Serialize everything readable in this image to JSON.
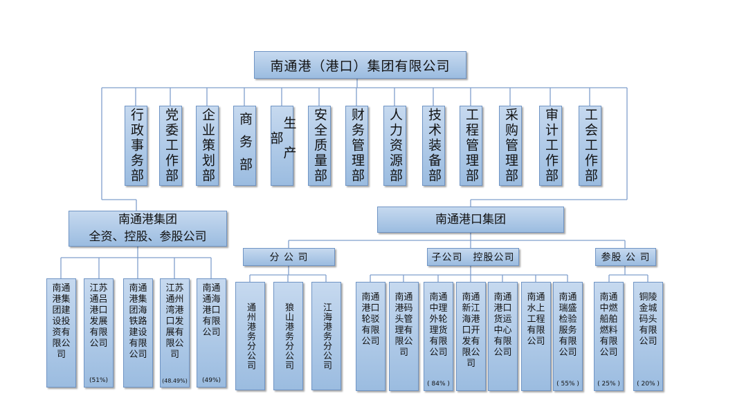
{
  "root": "南通港（港口）集团有限公司",
  "departments": [
    "行政事务部",
    "党委工作部",
    "企业策划部",
    "商务部",
    "生产部",
    "安全质量部",
    "财务管理部",
    "人力资源部",
    "技术装备部",
    "工程管理部",
    "采购管理部",
    "审计工作部",
    "工会工作部"
  ],
  "left_group": {
    "title_line1": "南通港集团",
    "title_line2": "全资、控股、参股公司",
    "companies": [
      {
        "name": "南通港集团建设投资有限公司",
        "pct": ""
      },
      {
        "name": "江苏通吕港口发展有限公司",
        "pct": "(51%)"
      },
      {
        "name": "南通港集团海铁路建设有限公司",
        "pct": ""
      },
      {
        "name": "江苏通州湾港口发展有限公司",
        "pct": "(48.49%)"
      },
      {
        "name": "南通通海港口有限公司",
        "pct": "(49%)"
      }
    ]
  },
  "right_group": {
    "title": "南通港口集团",
    "branch": {
      "label": "分 公 司",
      "companies": [
        "通州港务分公司",
        "狼山港务分公司",
        "江海港务分公司"
      ]
    },
    "subsidiary": {
      "label": "子公司　控股公司",
      "companies": [
        {
          "name": "南通港口轮驳有限公司",
          "pct": ""
        },
        {
          "name": "南通港码头管理有限公司",
          "pct": ""
        },
        {
          "name": "南通中理外轮理货有限公司",
          "pct": "( 84% )"
        },
        {
          "name": "南通新江海港口开发有限公司",
          "pct": ""
        },
        {
          "name": "南通港口货运中心有限公司",
          "pct": ""
        },
        {
          "name": "南通水上工程有限公司",
          "pct": ""
        },
        {
          "name": "南通瑞盛检验服务有限公司",
          "pct": "( 55% )"
        }
      ]
    },
    "equity": {
      "label": "参股 公 司",
      "companies": [
        {
          "name": "南通中燃船舶燃料有限公司",
          "pct": "( 25% )"
        },
        {
          "name": "铜陵金城码头有限公司",
          "pct": "( 20% )"
        }
      ]
    }
  }
}
